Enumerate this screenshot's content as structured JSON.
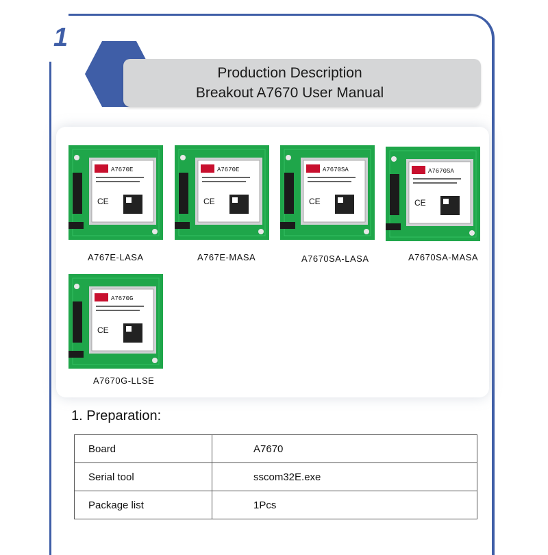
{
  "page_number": "1",
  "header": {
    "line1": "Production Description",
    "line2": "Breakout A7670 User Manual"
  },
  "boards": [
    {
      "chip_label": "A7670E",
      "caption": "A767E-LASA"
    },
    {
      "chip_label": "A7670E",
      "caption": "A767E-MASA"
    },
    {
      "chip_label": "A7670SA",
      "caption": "A7670SA-LASA"
    },
    {
      "chip_label": "A7670SA",
      "caption": "A7670SA-MASA"
    },
    {
      "chip_label": "A7670G",
      "caption": "A7670G-LLSE"
    }
  ],
  "preparation": {
    "title": "1. Preparation:",
    "rows": [
      {
        "label": "Board",
        "value": "A7670"
      },
      {
        "label": "Serial tool",
        "value": "sscom32E.exe"
      },
      {
        "label": "Package list",
        "value": "1Pcs"
      }
    ]
  },
  "colors": {
    "frame": "#3f5ea7",
    "pcb": "#1fa64a",
    "header_box": "#d5d6d7"
  }
}
